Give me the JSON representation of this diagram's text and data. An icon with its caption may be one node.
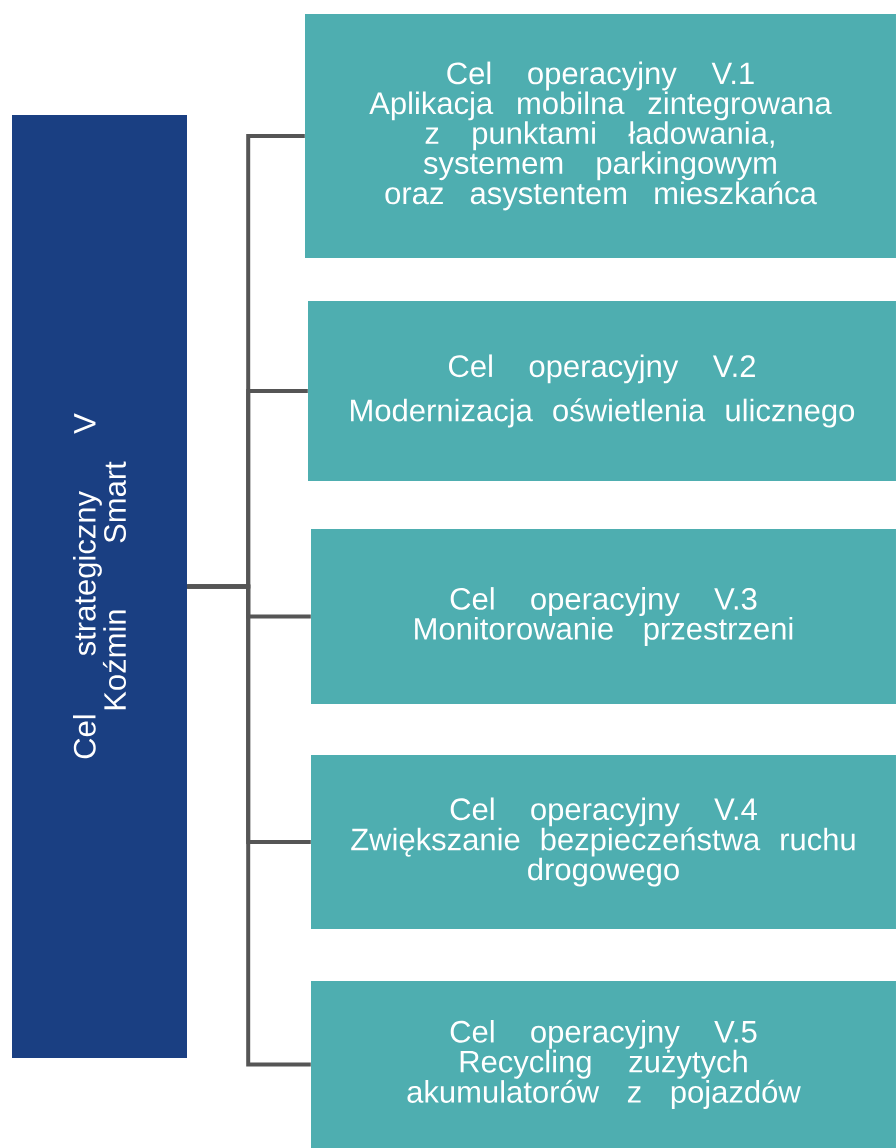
{
  "diagram": {
    "nodes": [
      {
        "text": [
          "Cel strategiczny V",
          "Koźmin Smart"
        ]
      },
      {
        "text": [
          "Cel operacyjny V.1",
          "Aplikacja mobilna zintegrowana z punktami ładowania, systemem parkingowym oraz asystentem mieszkańca"
        ]
      },
      {
        "text": [
          "Cel operacyjny V.2",
          "Modernizacja oświetlenia ulicznego"
        ]
      },
      {
        "text": [
          "Cel operacyjny V.3",
          "Monitorowanie przestrzeni"
        ]
      },
      {
        "text": [
          "Cel operacyjny V.4",
          "Zwiększanie bezpieczeństwa ruchu drogowego"
        ]
      },
      {
        "text": [
          "Cel operacyjny V.5",
          "Recycling zużytych akumulatorów z pojazdów"
        ]
      }
    ],
    "edges": [
      {
        "from": 0,
        "to": 1,
        "arrow": "none"
      },
      {
        "from": 0,
        "to": 2,
        "arrow": "none"
      },
      {
        "from": 0,
        "to": 3,
        "arrow": "none"
      },
      {
        "from": 0,
        "to": 4,
        "arrow": "none"
      },
      {
        "from": 0,
        "to": 5,
        "arrow": "none"
      }
    ]
  }
}
